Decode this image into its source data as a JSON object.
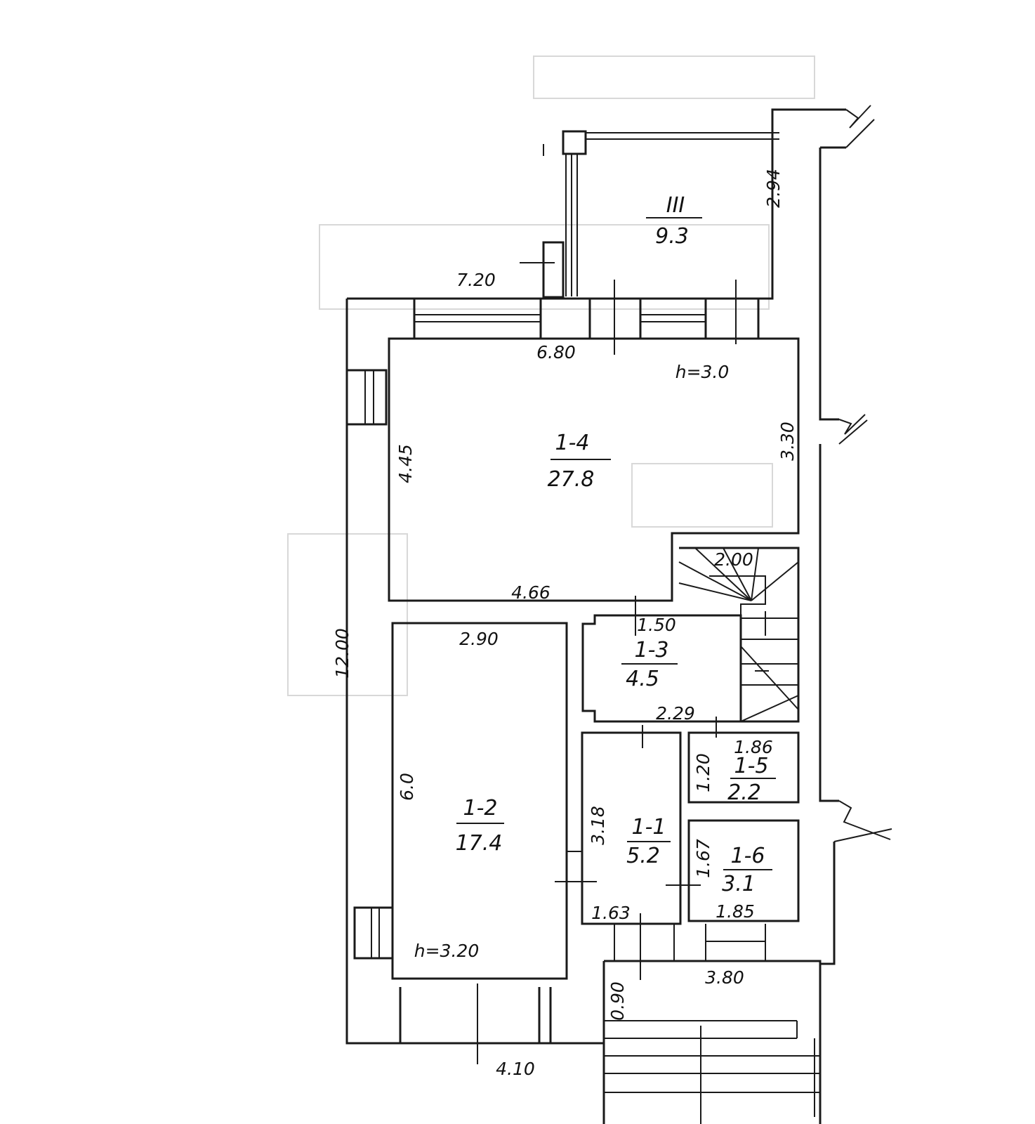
{
  "rooms": {
    "r_iii": {
      "id": "III",
      "area": "9.3"
    },
    "r_1_4": {
      "id": "1-4",
      "area": "27.8"
    },
    "r_1_2": {
      "id": "1-2",
      "area": "17.4"
    },
    "r_1_3": {
      "id": "1-3",
      "area": "4.5"
    },
    "r_1_1": {
      "id": "1-1",
      "area": "5.2"
    },
    "r_1_5": {
      "id": "1-5",
      "area": "2.2"
    },
    "r_1_6": {
      "id": "1-6",
      "area": "3.1"
    }
  },
  "dimensions": {
    "d_720": "7.20",
    "d_294": "2.94",
    "d_680": "6.80",
    "d_h30": "h=3.0",
    "d_445": "4.45",
    "d_330": "3.30",
    "d_466": "4.66",
    "d_200": "2.00",
    "d_150": "1.50",
    "d_290": "2.90",
    "d_1200": "12.00",
    "d_229": "2.29",
    "d_186": "1.86",
    "d_120": "1.20",
    "d_60": "6.0",
    "d_318": "3.18",
    "d_167": "1.67",
    "d_185": "1.85",
    "d_163": "1.63",
    "d_h320": "h=3.20",
    "d_380": "3.80",
    "d_090": "0.90",
    "d_410": "4.10"
  }
}
